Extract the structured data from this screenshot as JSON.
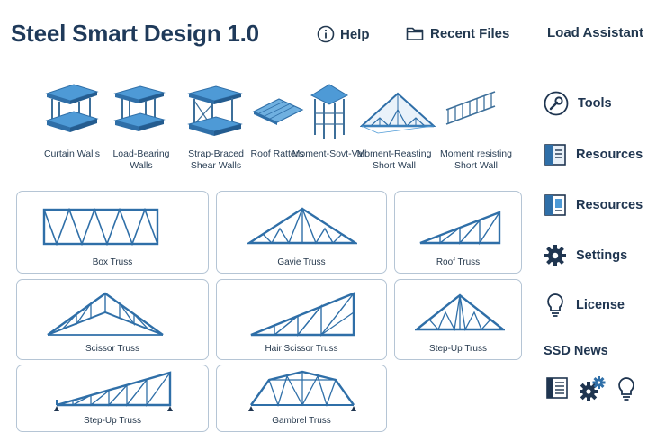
{
  "app": {
    "title": "Steel Smart Design 1.0"
  },
  "topnav": {
    "help": "Help",
    "recent": "Recent Files",
    "assistant": "Load Assistant"
  },
  "components": [
    {
      "label": "Curtain Walls",
      "icon": "curtain-wall-icon"
    },
    {
      "label": "Load-Bearing Walls",
      "icon": "load-bearing-wall-icon"
    },
    {
      "label": "Strap-Braced Shear Walls",
      "icon": "strap-braced-wall-icon"
    },
    {
      "label": "Roof Ratters",
      "icon": "roof-rafters-icon"
    },
    {
      "label": "Moment-Sovt-Vail",
      "icon": "moment-wall-icon"
    },
    {
      "label": "Moment-Reasting Short Wall",
      "icon": "moment-short-wall-icon"
    },
    {
      "label": "Moment resisting Short Wall",
      "icon": "moment-resisting-wall-icon"
    }
  ],
  "trusses": [
    {
      "label": "Box Truss",
      "icon": "box-truss-icon"
    },
    {
      "label": "Gavie Truss",
      "icon": "gable-truss-icon"
    },
    {
      "label": "Roof Truss",
      "icon": "roof-truss-icon"
    },
    {
      "label": "Scissor Truss",
      "icon": "scissor-truss-icon"
    },
    {
      "label": "Hair Scissor Truss",
      "icon": "half-scissor-truss-icon"
    },
    {
      "label": "Step-Up Truss",
      "icon": "step-up-truss-icon"
    },
    {
      "label": "Step-Up Truss",
      "icon": "step-up-truss-icon"
    },
    {
      "label": "Gambrel Truss",
      "icon": "gambrel-truss-icon"
    }
  ],
  "sidebar": {
    "items": [
      {
        "label": "Tools",
        "icon": "wrench-icon"
      },
      {
        "label": "Resources",
        "icon": "book-icon"
      },
      {
        "label": "Resources",
        "icon": "document-icon"
      },
      {
        "label": "Settings",
        "icon": "gear-icon"
      },
      {
        "label": "License",
        "icon": "lightbulb-icon"
      }
    ],
    "news_title": "SSD News",
    "news_icons": [
      "newspaper-icon",
      "gears-icon",
      "lightbulb-icon"
    ]
  },
  "colors": {
    "accent": "#2f6fa8",
    "light_accent": "#4e9ad6",
    "title": "#1f3a5a",
    "card_border": "#b5c5d5"
  }
}
